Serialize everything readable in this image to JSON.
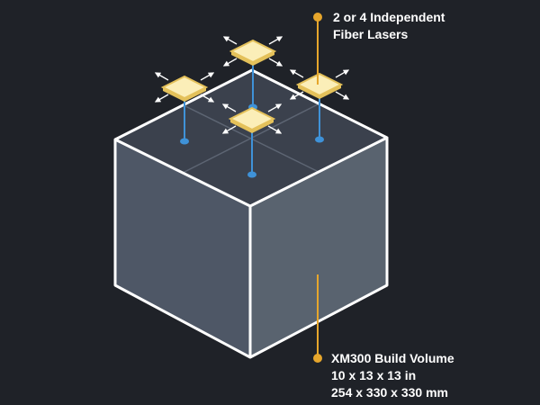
{
  "lasers_label": {
    "line1": "2 or 4 Independent",
    "line2": "Fiber Lasers"
  },
  "build_volume_label": {
    "line1": "XM300 Build Volume",
    "line2": "10 x 13 x 13 in",
    "line3": "254 x 330 x 330 mm"
  },
  "colors": {
    "background": "#1f2228",
    "cube_left_face": "#4e5766",
    "cube_right_face": "#59636f",
    "cube_top_face": "#3b414d",
    "cube_edge": "#ffffff",
    "laser_module": "#fbeeb8",
    "laser_module_edge": "#e4c15a",
    "laser_beam": "#3f92d8",
    "callout_line": "#e6a62c"
  },
  "icons": {
    "laser_module": "laser-module-icon",
    "move_arrows": "four-way-arrows-icon",
    "callout_dot": "callout-dot-icon"
  }
}
